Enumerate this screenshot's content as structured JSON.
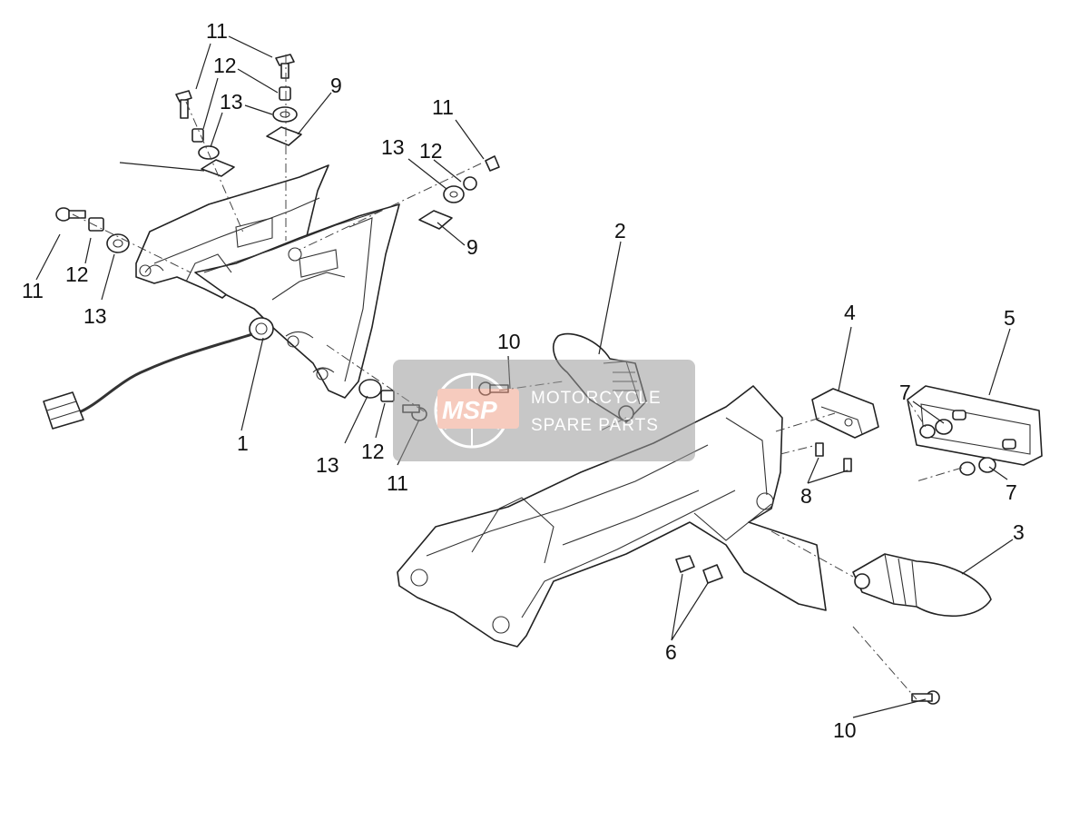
{
  "diagram": {
    "callouts": [
      "11",
      "12",
      "13",
      "9",
      "11",
      "12",
      "13",
      "11",
      "12",
      "13",
      "9",
      "2",
      "10",
      "1",
      "13",
      "12",
      "11",
      "4",
      "5",
      "7",
      "7",
      "8",
      "3",
      "6",
      "10"
    ]
  },
  "watermark": {
    "logo": "MSP",
    "line1": "MOTORCYCLE",
    "line2": "SPARE PARTS",
    "color": "#9a9a9a",
    "accent": "#f0a28a"
  }
}
